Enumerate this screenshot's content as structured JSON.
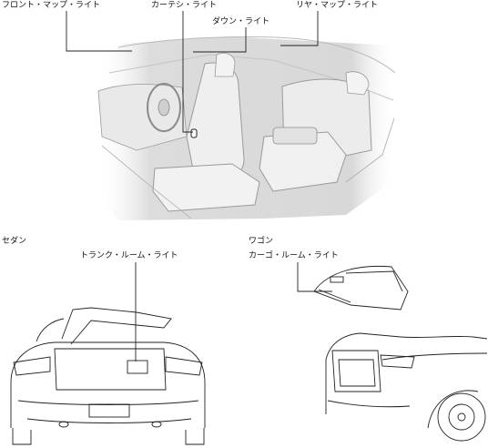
{
  "labels": {
    "front_map_light": "フロント・マップ・ライト",
    "courtesy_light": "カーテシ・ライト",
    "rear_map_light": "リヤ・マップ・ライト",
    "down_light": "ダウン・ライト",
    "sedan": "セダン",
    "trunk_room_light": "トランク・ルーム・ライト",
    "wagon": "ワゴン",
    "cargo_room_light": "カーゴ・ルーム・ライト"
  }
}
